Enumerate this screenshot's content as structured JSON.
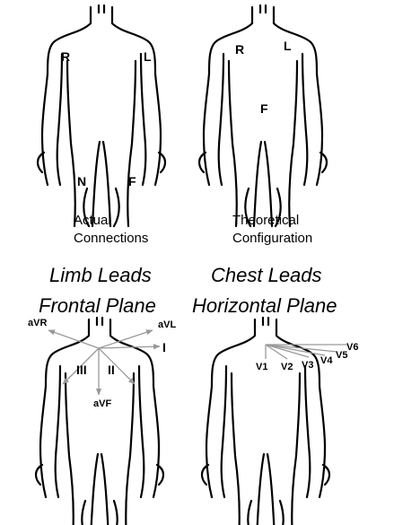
{
  "top_left": {
    "labels": {
      "r": "R",
      "l": "L",
      "n": "N",
      "f": "F"
    },
    "caption_line1": "Actual",
    "caption_line2": "Connections"
  },
  "top_right": {
    "labels": {
      "r": "R",
      "l": "L",
      "f": "F"
    },
    "caption_line1": "Theoretical",
    "caption_line2": "Configuration"
  },
  "bottom_left": {
    "title_line1": "Limb Leads",
    "title_line2": "Frontal Plane",
    "leads": {
      "avr": "aVR",
      "avl": "aVL",
      "i": "I",
      "iii": "III",
      "ii": "II",
      "avf": "aVF"
    }
  },
  "bottom_right": {
    "title_line1": "Chest Leads",
    "title_line2": "Horizontal Plane",
    "leads": {
      "v1": "V1",
      "v2": "V2",
      "v3": "V3",
      "v4": "V4",
      "v5": "V5",
      "v6": "V6"
    }
  },
  "colors": {
    "outline": "#000000",
    "arrows": "#999999"
  }
}
